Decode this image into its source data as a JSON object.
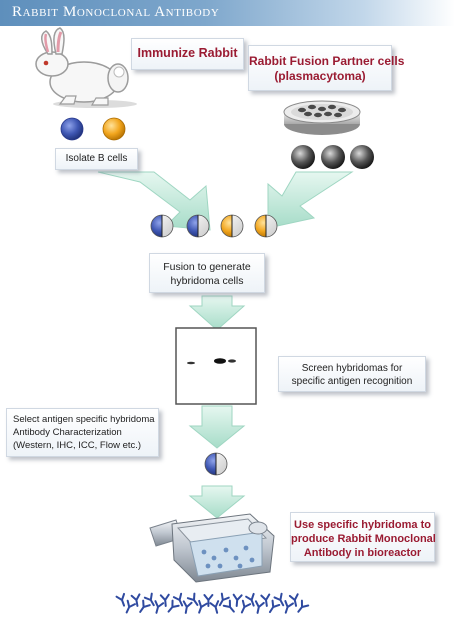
{
  "header": {
    "title": "Rabbit Monoclonal Antibody"
  },
  "labels": {
    "immunize": "Immunize Rabbit",
    "fusion_partner_1": "Rabbit Fusion Partner cells",
    "fusion_partner_2": "(plasmacytoma)",
    "isolate": "Isolate B cells",
    "fusion_1": "Fusion to generate",
    "fusion_2": "hybridoma cells",
    "screen_1": "Screen hybridomas for",
    "screen_2": "specific antigen recognition",
    "select_1": "Select antigen specific hybridoma",
    "select_2": "Antibody Characterization",
    "select_3": "(Western, IHC, ICC, Flow etc.)",
    "produce_1": "Use specific hybridoma to",
    "produce_2": "produce Rabbit Monoclonal",
    "produce_3": "Antibody in bioreactor"
  },
  "colors": {
    "banner": "#6b9ac4",
    "arrow": "#b4e4d4",
    "arrow_edge": "#8fcfb9",
    "blue_cell": "#3f57b3",
    "orange_cell": "#f2a61e",
    "gray_cell": "#333333",
    "accent_text": "#9a1b32",
    "antibody": "#2f4aa0"
  },
  "icons": {
    "rabbit": "rabbit-icon",
    "petri": "petri-dish-icon",
    "blot": "western-blot-icon",
    "bioreactor": "bioreactor-icon",
    "antibody": "antibody-icon"
  }
}
